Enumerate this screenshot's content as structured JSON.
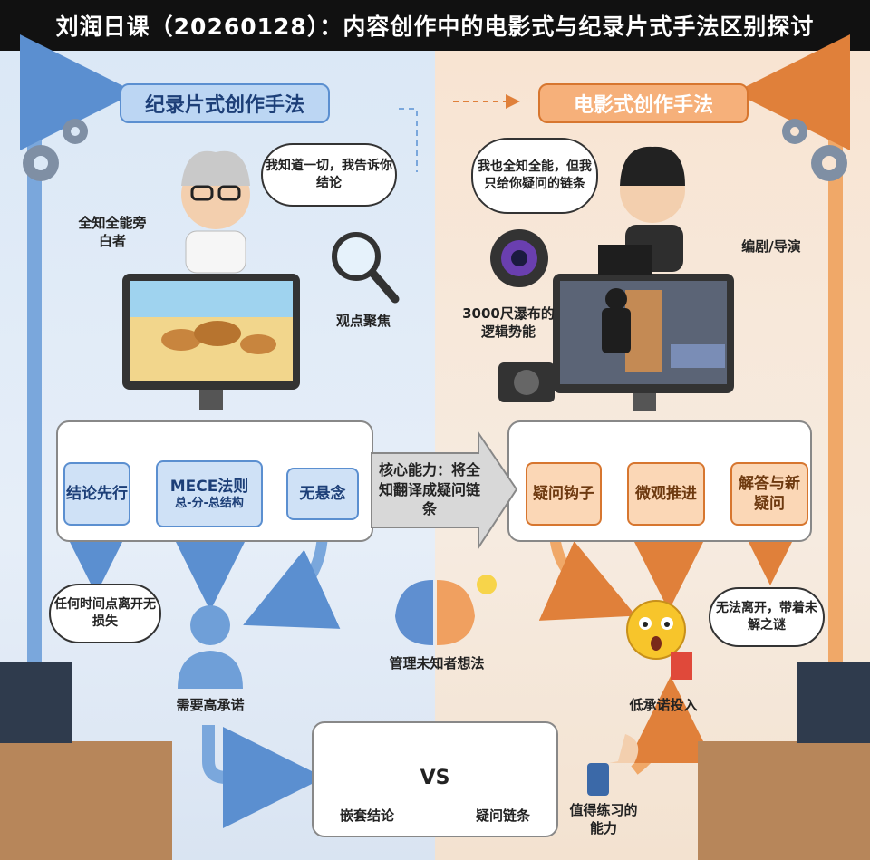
{
  "title": "刘润日课（20260128）：内容创作中的电影式与纪录片式手法区别探讨",
  "left": {
    "banner": "纪录片式创作手法",
    "bubble_narrator": "我知道一切，我告诉你结论",
    "label_omniscient": "全知全能旁白者",
    "label_focus": "观点聚焦",
    "flow": [
      {
        "title": "结论先行",
        "sub": ""
      },
      {
        "title": "MECE法则",
        "sub": "总-分-总结构"
      },
      {
        "title": "无悬念",
        "sub": ""
      }
    ],
    "bubble_leave": "任何时间点离开无损失",
    "label_commitment": "需要高承诺"
  },
  "center": {
    "core_arrow": "核心能力：将全知翻译成疑问链条",
    "label_manage": "管理未知者想法",
    "bottom_left": "嵌套结论",
    "vs": "VS",
    "bottom_right": "疑问链条",
    "label_worth": "值得练习的能力"
  },
  "right": {
    "banner": "电影式创作手法",
    "bubble_director": "我也全知全能，但我只给你疑问的链条",
    "label_director": "编剧/导演",
    "label_waterfall": "3000尺瀑布的逻辑势能",
    "flow": [
      "疑问钩子",
      "微观推进",
      "解答与新疑问"
    ],
    "bubble_stay": "无法离开，带着未解之谜",
    "label_low_commit": "低承诺投入"
  },
  "colors": {
    "blue": "#5b8fd0",
    "orange": "#e0803a",
    "title_bg": "#111111"
  }
}
